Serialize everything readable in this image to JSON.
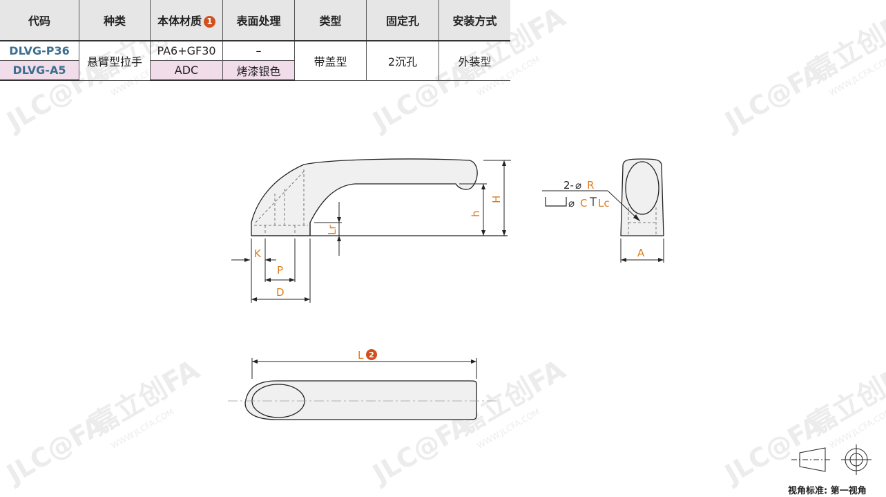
{
  "table": {
    "headers": {
      "code": "代码",
      "category": "种类",
      "material": "本体材质",
      "surface": "表面处理",
      "type": "类型",
      "hole": "固定孔",
      "mount": "安装方式"
    },
    "material_note": "1",
    "rows": [
      {
        "code": "DLVG-P36",
        "material": "PA6+GF30",
        "surface": "–"
      },
      {
        "code": "DLVG-A5",
        "material": "ADC",
        "surface": "烤漆银色"
      }
    ],
    "shared": {
      "category": "悬臂型拉手",
      "type": "带盖型",
      "hole": "2沉孔",
      "mount": "外装型"
    }
  },
  "dimensions": {
    "K": "K",
    "P": "P",
    "D": "D",
    "h": "h",
    "H": "H",
    "Lr": "Lr",
    "A": "A",
    "L": "L",
    "L_note": "2",
    "hole_prefix": "2-",
    "hole_R": "R",
    "counterbore_C": "C",
    "counterbore_Lc": "Lc"
  },
  "watermark": {
    "brand": "JLC@FA",
    "brand_cn": "嘉立创FA",
    "site": "WWW.JLCFA.COM"
  },
  "view_standard": "视角标准: 第一视角",
  "colors": {
    "accent": "#e07b1a",
    "code": "#3c6e8e",
    "highlight": "#f1dcea",
    "badge": "#d3501e"
  }
}
